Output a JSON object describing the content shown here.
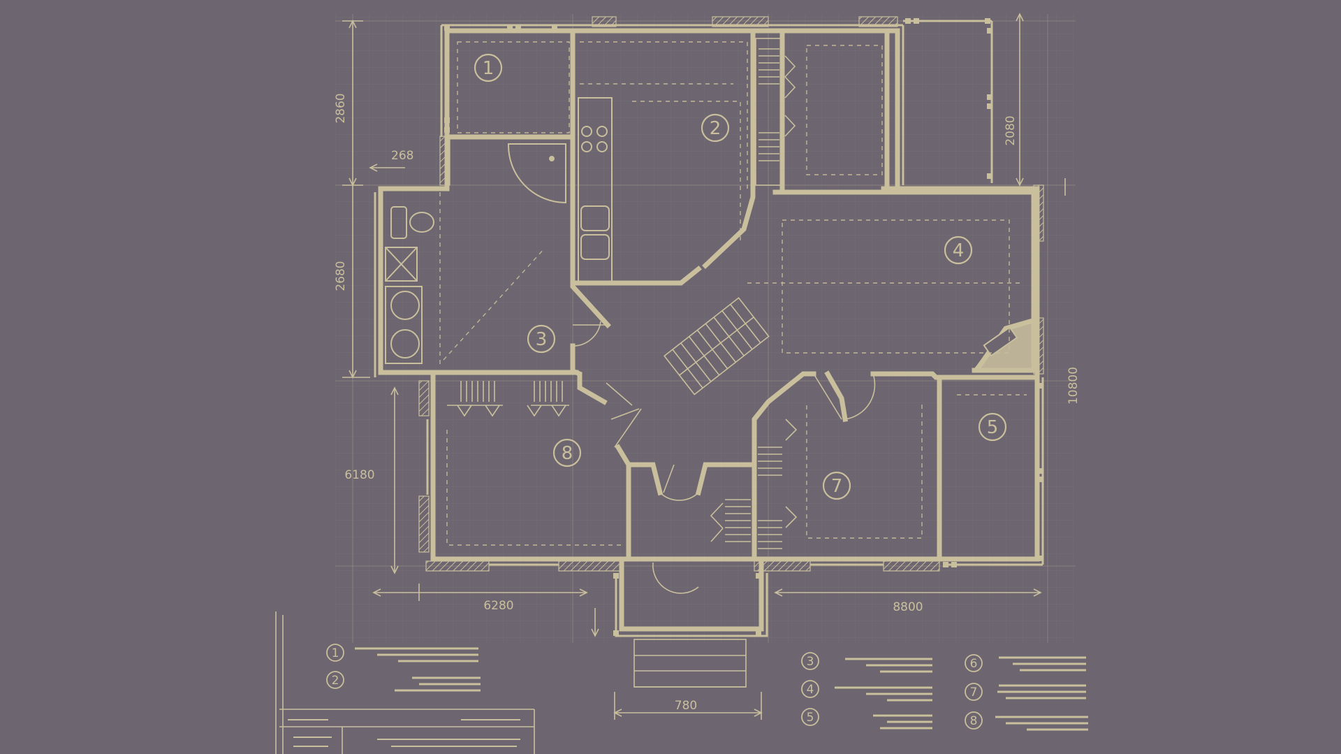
{
  "colors": {
    "background": "#6d6670",
    "lines": "#c9bf9d"
  },
  "dimensions": {
    "left_top": "2860",
    "left_step": "268",
    "left_middle": "2680",
    "left_bottom": "6180",
    "right_top": "2080",
    "right_overall": "10800",
    "bottom_left": "6280",
    "bottom_right": "8800",
    "porch": "780"
  },
  "rooms": [
    {
      "number": "1"
    },
    {
      "number": "2"
    },
    {
      "number": "3"
    },
    {
      "number": "4"
    },
    {
      "number": "5"
    },
    {
      "number": "7"
    },
    {
      "number": "8"
    }
  ],
  "legend": [
    {
      "number": "1"
    },
    {
      "number": "2"
    },
    {
      "number": "3"
    },
    {
      "number": "4"
    },
    {
      "number": "5"
    },
    {
      "number": "6"
    },
    {
      "number": "7"
    },
    {
      "number": "8"
    }
  ]
}
